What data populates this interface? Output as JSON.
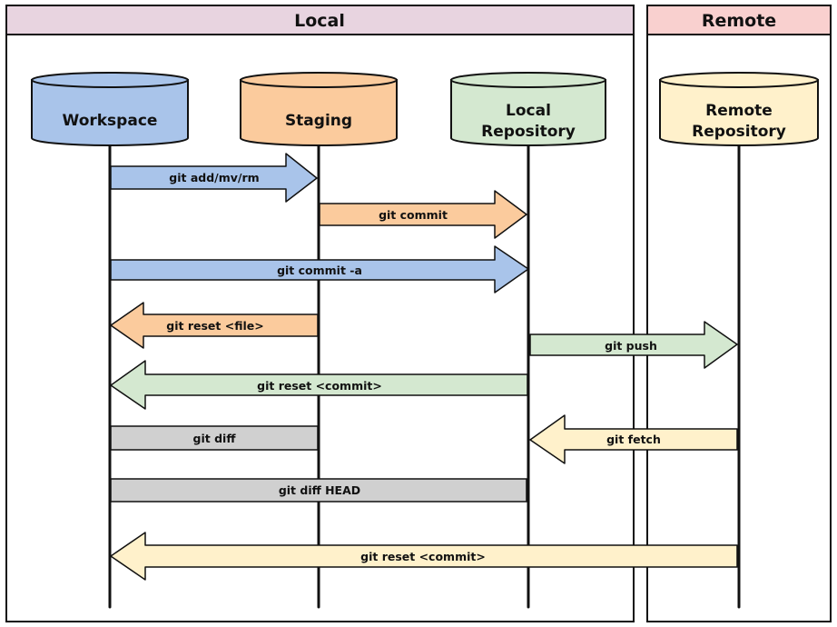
{
  "groups": {
    "local": {
      "title": "Local",
      "header_color": "#e8d4e0"
    },
    "remote": {
      "title": "Remote",
      "header_color": "#f9d0cf"
    }
  },
  "nodes": {
    "workspace": {
      "label": "Workspace",
      "color": "#a9c4ea"
    },
    "staging": {
      "label": "Staging",
      "color": "#fbcb9d"
    },
    "local_repository": {
      "label_line1": "Local",
      "label_line2": "Repository",
      "color": "#d4e8d0"
    },
    "remote_repository": {
      "label_line1": "Remote",
      "label_line2": "Repository",
      "color": "#fff1cb"
    }
  },
  "arrows": {
    "git_add": {
      "label": "git add/mv/rm",
      "from": "Workspace",
      "to": "Staging",
      "color": "#a9c4ea"
    },
    "git_commit": {
      "label": "git commit",
      "from": "Staging",
      "to": "Local Repository",
      "color": "#fbcb9d"
    },
    "git_commit_a": {
      "label": "git commit -a",
      "from": "Workspace",
      "to": "Local Repository",
      "color": "#a9c4ea"
    },
    "git_reset_file": {
      "label": "git reset <file>",
      "from": "Staging",
      "to": "Workspace",
      "color": "#fbcb9d"
    },
    "git_push": {
      "label": "git push",
      "from": "Local Repository",
      "to": "Remote Repository",
      "color": "#d4e8d0"
    },
    "git_reset_commit_local": {
      "label": "git reset <commit>",
      "from": "Local Repository",
      "to": "Workspace",
      "color": "#d4e8d0"
    },
    "git_diff": {
      "label": "git diff",
      "from": "Workspace",
      "to": "Staging",
      "color": "#d0d0d0"
    },
    "git_fetch": {
      "label": "git fetch",
      "from": "Remote Repository",
      "to": "Local Repository",
      "color": "#fff1cb"
    },
    "git_diff_head": {
      "label": "git diff HEAD",
      "from": "Workspace",
      "to": "Local Repository",
      "color": "#d0d0d0"
    },
    "git_reset_commit_remote": {
      "label": "git reset <commit>",
      "from": "Remote Repository",
      "to": "Workspace",
      "color": "#fff1cb"
    }
  }
}
